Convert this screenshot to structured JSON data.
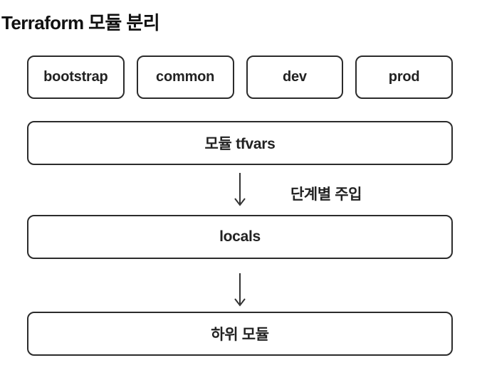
{
  "title": "Terraform 모듈 분리",
  "diagram": {
    "env_boxes": [
      {
        "label": "bootstrap"
      },
      {
        "label": "common"
      },
      {
        "label": "dev"
      },
      {
        "label": "prod"
      }
    ],
    "tfvars_box": {
      "label": "모듈 tfvars"
    },
    "locals_box": {
      "label": "locals"
    },
    "submodule_box": {
      "label": "하위 모듈"
    },
    "arrow_label": "단계별 주입",
    "icons": {
      "arrow_1": "down-arrow-icon",
      "arrow_2": "down-arrow-icon"
    },
    "colors": {
      "background": "#ffffff",
      "border": "#2b2b2b",
      "text": "#222222",
      "title_text": "#111111",
      "arrow_stroke": "#333333"
    }
  }
}
